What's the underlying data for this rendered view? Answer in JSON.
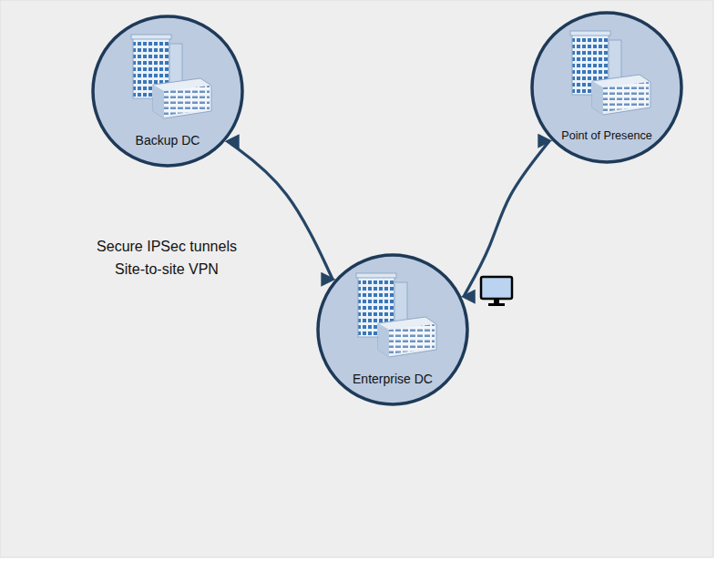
{
  "diagram": {
    "nodes": [
      {
        "text": [
          "Backup DC"
        ]
      },
      {
        "text": [
          "Point of Presence"
        ]
      },
      {
        "text": [
          "Enterprise DC"
        ]
      }
    ],
    "edges": [
      {
        "from": 0,
        "to": 2,
        "arrow": "both"
      },
      {
        "from": 2,
        "to": 1,
        "arrow": "both"
      }
    ],
    "labels": [
      "Secure IPSec tunnels Site-to-site VPN"
    ]
  }
}
